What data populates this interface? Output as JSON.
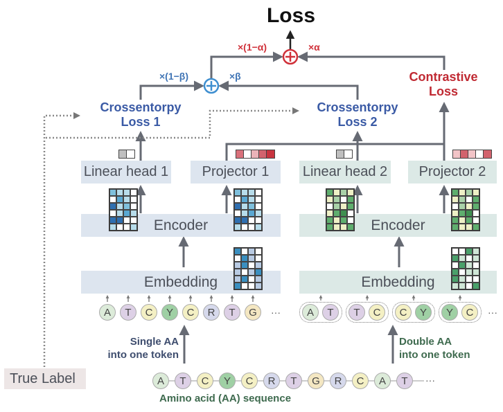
{
  "title": "Loss",
  "coefficients": {
    "alpha_left": "×(1−α)",
    "alpha_right": "×α",
    "beta_left": "×(1−β)",
    "beta_right": "×β"
  },
  "losses": {
    "ce1": [
      "Crossentorpy",
      "Loss 1"
    ],
    "ce2": [
      "Crossentorpy",
      "Loss 2"
    ],
    "contrastive": [
      "Contrastive",
      "Loss"
    ]
  },
  "branch1": {
    "linear_head": "Linear head 1",
    "projector": "Projector 1",
    "encoder": "Encoder",
    "embedding": "Embedding",
    "tokens": [
      "A",
      "T",
      "C",
      "Y",
      "C",
      "R",
      "T",
      "G"
    ],
    "ellipsis": "···",
    "note": [
      "Single AA",
      "into one token"
    ]
  },
  "branch2": {
    "linear_head": "Linear head 2",
    "projector": "Projector 2",
    "encoder": "Encoder",
    "embedding": "Embedding",
    "token_pairs": [
      [
        "A",
        "T"
      ],
      [
        "T",
        "C"
      ],
      [
        "C",
        "Y"
      ],
      [
        "Y",
        "C"
      ]
    ],
    "ellipsis": "···",
    "note": [
      "Double AA",
      "into one token"
    ]
  },
  "true_label": "True Label",
  "sequence": {
    "tokens": [
      "A",
      "T",
      "C",
      "Y",
      "C",
      "R",
      "T",
      "G",
      "R",
      "C",
      "A",
      "T"
    ],
    "ellipsis": "···",
    "caption": "Amino acid (AA) sequence"
  },
  "token_colors": {
    "A": "#dcebd9",
    "T": "#ddd0e6",
    "C": "#f4f0c4",
    "Y": "#9fd0a4",
    "R": "#d6d9ec",
    "G": "#f4e7c2"
  },
  "colors": {
    "red": "#d0313a",
    "blue": "#3f74b5",
    "arrow": "#666a73"
  },
  "matrices": {
    "blue_enc1": [
      [
        2,
        1,
        1,
        0
      ],
      [
        0,
        3,
        1,
        0
      ],
      [
        4,
        1,
        2,
        0
      ],
      [
        0,
        1,
        3,
        1
      ],
      [
        4,
        4,
        0,
        0
      ],
      [
        1,
        0,
        0,
        1
      ]
    ],
    "blue_proj1": [
      [
        2,
        1,
        1,
        0
      ],
      [
        0,
        3,
        1,
        0
      ],
      [
        4,
        1,
        2,
        0
      ],
      [
        0,
        1,
        3,
        1
      ],
      [
        4,
        4,
        0,
        0
      ],
      [
        1,
        0,
        0,
        1
      ]
    ],
    "blue_emb": [
      [
        3,
        0,
        1,
        0
      ],
      [
        0,
        3,
        1,
        0
      ],
      [
        1,
        3,
        0,
        1
      ],
      [
        1,
        0,
        1,
        3
      ],
      [
        1,
        3,
        0,
        1
      ],
      [
        3,
        0,
        0,
        1
      ]
    ],
    "green_enc2": [
      [
        3,
        1,
        2,
        1
      ],
      [
        1,
        2,
        0,
        3
      ],
      [
        0,
        2,
        1,
        3
      ],
      [
        1,
        3,
        4,
        0
      ],
      [
        3,
        1,
        3,
        0
      ],
      [
        3,
        1,
        1,
        3
      ]
    ],
    "green_proj2": [
      [
        3,
        1,
        2,
        1
      ],
      [
        1,
        2,
        0,
        3
      ],
      [
        0,
        2,
        1,
        3
      ],
      [
        1,
        3,
        4,
        0
      ],
      [
        3,
        1,
        3,
        0
      ],
      [
        3,
        1,
        1,
        3
      ]
    ],
    "green_emb": [
      [
        0,
        0,
        3,
        1
      ],
      [
        3,
        1,
        0,
        1
      ],
      [
        0,
        3,
        1,
        0
      ],
      [
        3,
        0,
        1,
        1
      ],
      [
        3,
        1,
        0,
        0
      ],
      [
        1,
        1,
        0,
        3
      ]
    ]
  },
  "vectors": {
    "lin1": [
      "#bfbfbf",
      "#ffffff"
    ],
    "proj1": [
      "#d9707a",
      "#ffffff",
      "#eab3b8",
      "#d2636d",
      "#c8343f"
    ],
    "lin2": [
      "#bfbfbf",
      "#ffffff"
    ],
    "proj2": [
      "#f2c4c7",
      "#d2636d",
      "#f2c4c7",
      "#ffffff",
      "#d2636d"
    ]
  }
}
